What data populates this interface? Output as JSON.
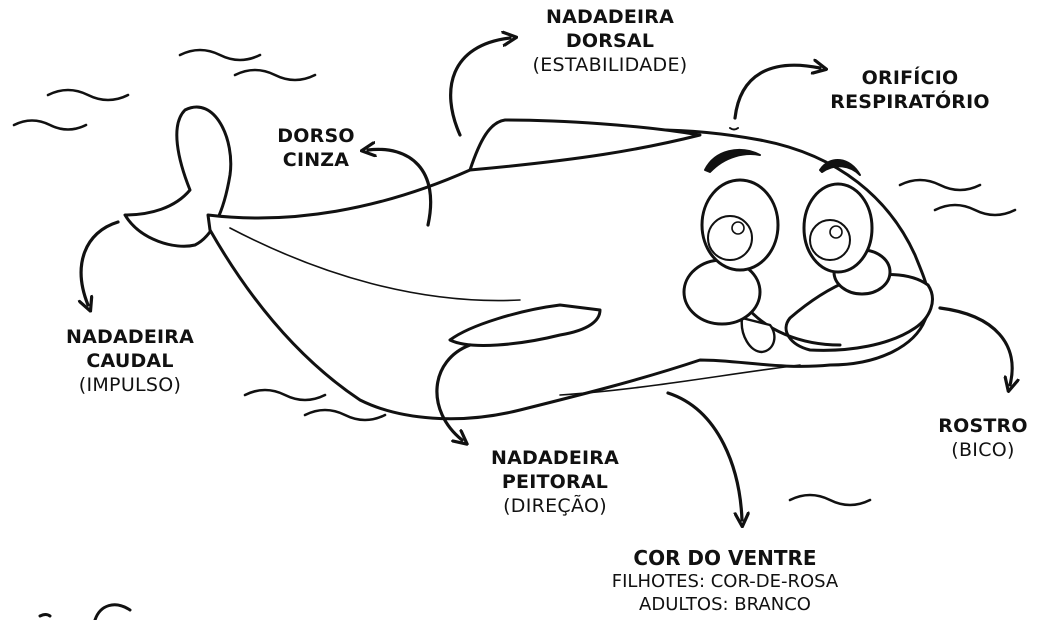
{
  "labels": {
    "dorsal_fin": {
      "line1": "NADADEIRA",
      "line2": "DORSAL",
      "line3": "(ESTABILIDADE)"
    },
    "blowhole": {
      "line1": "ORIFÍCIO",
      "line2": "RESPIRATÓRIO"
    },
    "grey_back": {
      "line1": "DORSO",
      "line2": "CINZA"
    },
    "tail_fin": {
      "line1": "NADADEIRA",
      "line2": "CAUDAL",
      "line3": "(IMPULSO)"
    },
    "pectoral_fin": {
      "line1": "NADADEIRA",
      "line2": "PEITORAL",
      "line3": "(DIREÇÃO)"
    },
    "rostrum": {
      "line1": "ROSTRO",
      "line2": "(BICO)"
    },
    "belly_color": {
      "line1": "COR DO VENTRE",
      "line2": "FILHOTES: COR-DE-ROSA",
      "line3": "ADULTOS: BRANCO"
    }
  }
}
